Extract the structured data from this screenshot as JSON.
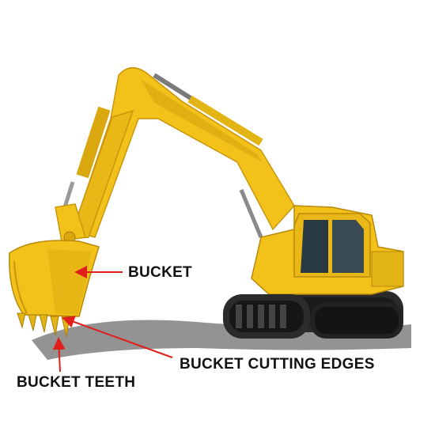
{
  "labels": {
    "bucket": "BUCKET",
    "cutting_edges": "BUCKET CUTTING EDGES",
    "teeth": "BUCKET TEETH"
  },
  "colors": {
    "body_yellow": "#F2C21B",
    "shade_yellow": "#D9A70E",
    "track_black": "#1c1c1c",
    "arrow_red": "#E0201B",
    "label_text": "#111111"
  },
  "icons": {
    "illustration": "excavator-illustration"
  }
}
